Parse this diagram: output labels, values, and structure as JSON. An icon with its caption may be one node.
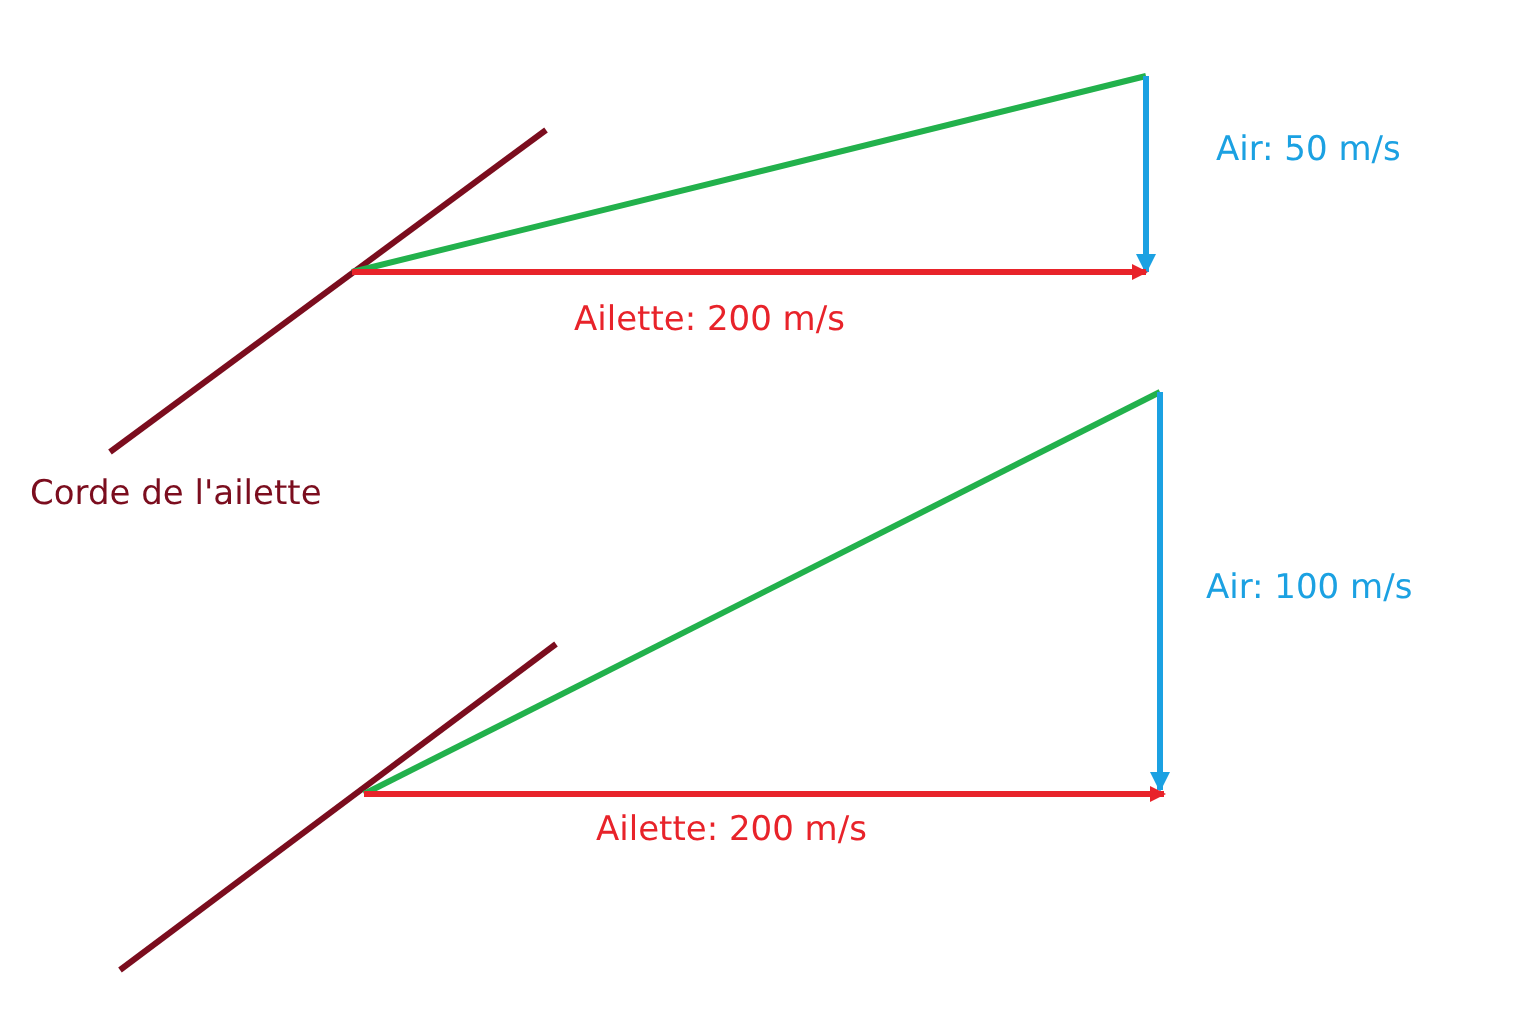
{
  "diagram": {
    "labels": [
      "Air: 50 m/s",
      "Ailette: 200 m/s",
      "Corde de l'ailette",
      "Air: 100 m/s",
      "Ailette: 200 m/s"
    ]
  }
}
